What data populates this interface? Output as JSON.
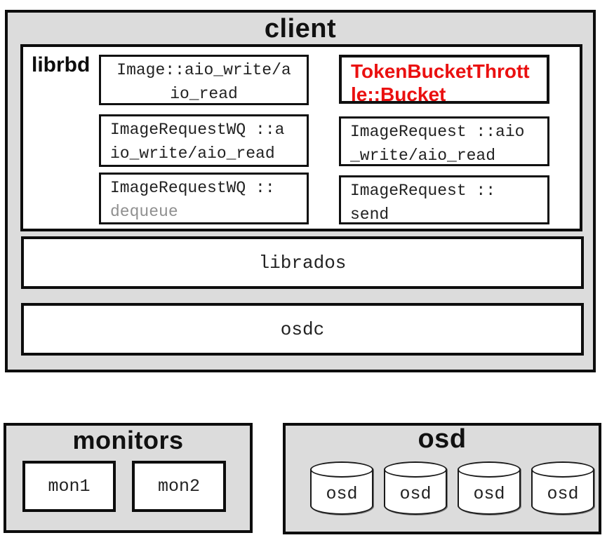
{
  "colors": {
    "canvas_bg": "#ffffff",
    "group_bg": "#dcdcdc",
    "panel_bg": "#ffffff",
    "border": "#0d0d0d",
    "text": "#222222",
    "muted_text": "#8f8f8f",
    "highlight_red": "#ea1010"
  },
  "client": {
    "title": "client",
    "librbd": {
      "label": "librbd",
      "left_boxes": [
        {
          "line1": "Image::aio_write/a",
          "line2": "io_read"
        },
        {
          "line1": "ImageRequestWQ ::a",
          "line2": "io_write/aio_read"
        },
        {
          "line1": "ImageRequestWQ ::",
          "line2": "dequeue"
        }
      ],
      "right_boxes": [
        {
          "line1": "TokenBucketThrott",
          "line2": "le::Bucket"
        },
        {
          "line1": "ImageRequest ::aio",
          "line2": "_write/aio_read"
        },
        {
          "line1": "ImageRequest ::",
          "line2": "send"
        }
      ]
    },
    "layers": {
      "librados": "librados",
      "osdc": "osdc"
    }
  },
  "monitors": {
    "title": "monitors",
    "nodes": [
      {
        "label": "mon1"
      },
      {
        "label": "mon2"
      }
    ]
  },
  "osd": {
    "title": "osd",
    "nodes": [
      {
        "label": "osd"
      },
      {
        "label": "osd"
      },
      {
        "label": "osd"
      },
      {
        "label": "osd"
      }
    ]
  }
}
